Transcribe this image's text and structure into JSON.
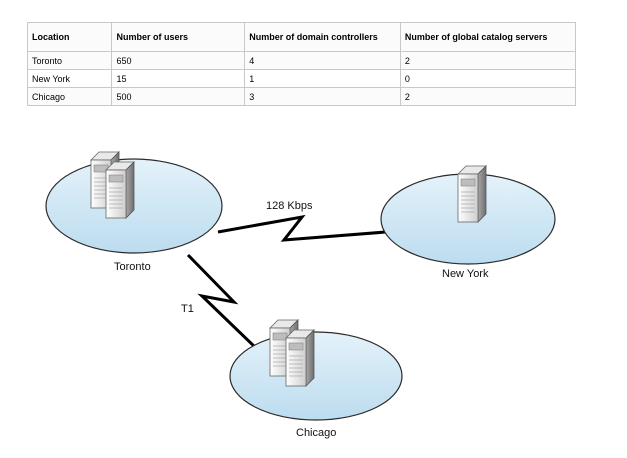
{
  "table": {
    "headers": [
      "Location",
      "Number of users",
      "Number of domain controllers",
      "Number of global catalog servers"
    ],
    "rows": [
      [
        "Toronto",
        "650",
        "4",
        "2"
      ],
      [
        "New York",
        "15",
        "1",
        "0"
      ],
      [
        "Chicago",
        "500",
        "3",
        "2"
      ]
    ]
  },
  "diagram": {
    "sites": [
      {
        "name": "Toronto",
        "servers": 2
      },
      {
        "name": "New York",
        "servers": 1
      },
      {
        "name": "Chicago",
        "servers": 2
      }
    ],
    "links": [
      {
        "from": "Toronto",
        "to": "New York",
        "label": "128 Kbps"
      },
      {
        "from": "Toronto",
        "to": "Chicago",
        "label": "T1"
      }
    ]
  },
  "colors": {
    "site_fill": "#c6e2f2",
    "site_stroke": "#2b2b2b",
    "link": "#000000",
    "server_light": "#f2f2f2",
    "server_dark": "#8c8c8c"
  }
}
